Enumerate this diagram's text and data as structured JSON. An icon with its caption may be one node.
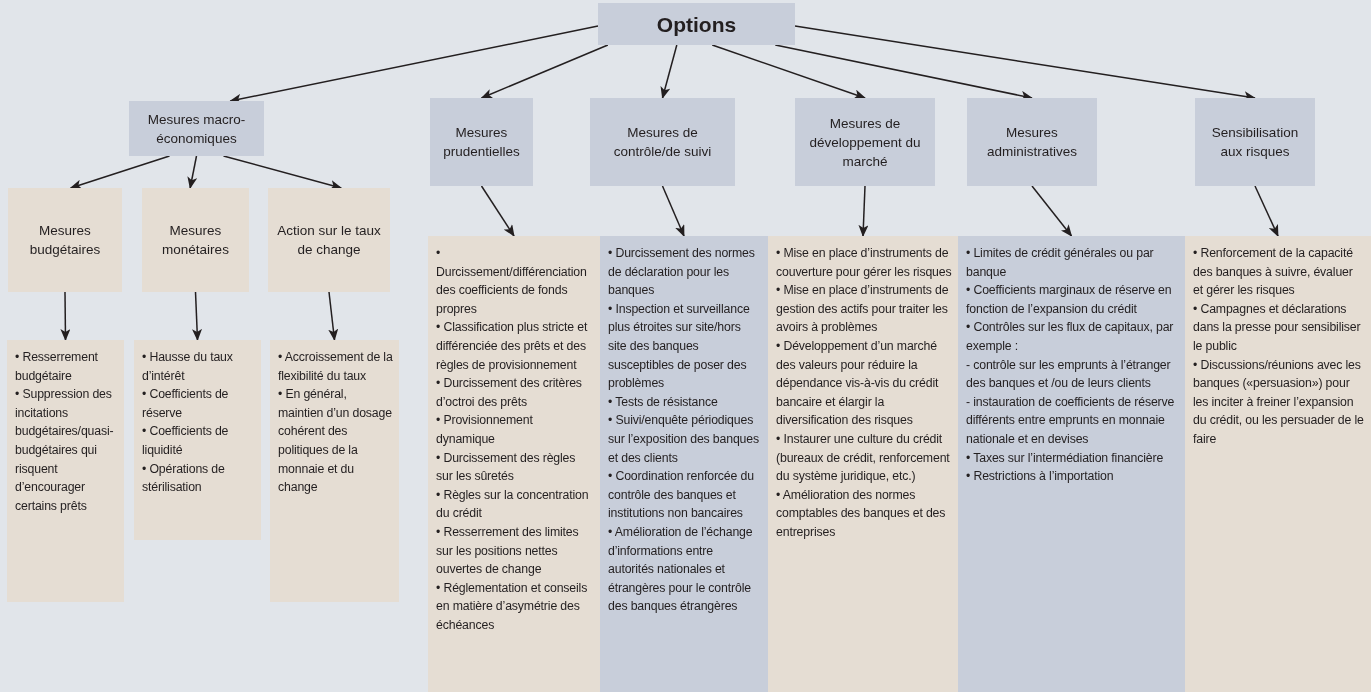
{
  "diagram": {
    "nodes": [
      {
        "text": [
          "Options"
        ]
      },
      {
        "text": [
          "Mesures macro-économiques"
        ]
      },
      {
        "text": [
          "Mesures budgétaires"
        ]
      },
      {
        "text": [
          "Mesures monétaires"
        ]
      },
      {
        "text": [
          "Action sur le taux de change"
        ]
      },
      {
        "text": [
          "• Resserrement budgétaire",
          "• Suppression des incitations budgétaires/quasi-budgétaires qui risquent d’encourager certains prêts"
        ]
      },
      {
        "text": [
          "• Hausse du taux d’intérêt",
          "• Coefficients de réserve",
          "• Coefficients de liquidité",
          "• Opérations de stérilisation"
        ]
      },
      {
        "text": [
          "• Accroissement de la flexibilité du taux",
          "• En général, maintien d’un dosage cohérent des politiques de la monnaie et du change"
        ]
      },
      {
        "text": [
          "Mesures prudentielles"
        ]
      },
      {
        "text": [
          "Mesures de contrôle/de suivi"
        ]
      },
      {
        "text": [
          "Mesures de développement du marché"
        ]
      },
      {
        "text": [
          "Mesures administratives"
        ]
      },
      {
        "text": [
          "Sensibilisation aux risques"
        ]
      },
      {
        "text": [
          "• Durcissement/différenciation des coefficients de fonds propres",
          "• Classification plus stricte et différenciée des prêts et des règles de provisionnement",
          "• Durcissement des critères d’octroi des prêts",
          "• Provisionnement dynamique",
          "• Durcissement des règles sur les sûretés",
          "• Règles sur la concentration du crédit",
          "• Resserrement des limites sur les positions nettes ouvertes de change",
          "• Réglementation et conseils en matière d’asymétrie des échéances"
        ]
      },
      {
        "text": [
          "• Durcissement des normes de déclaration pour les banques",
          "• Inspection et surveillance plus étroites sur site/hors site des banques susceptibles de poser des problèmes",
          "• Tests de résistance",
          "• Suivi/enquête périodiques sur l’exposition des banques et des clients",
          "• Coordination renforcée du contrôle des banques et institutions non bancaires",
          "• Amélioration de l’échange d’informations entre autorités nationales et étrangères pour le contrôle des banques étrangères"
        ]
      },
      {
        "text": [
          "• Mise en place d’instruments de couverture pour gérer les risques",
          "• Mise en place d’instruments de gestion des actifs pour traiter les avoirs à problèmes",
          "• Développement d’un marché des valeurs pour réduire la dépendance vis-à-vis du crédit bancaire et élargir la diversification des risques",
          "• Instaurer une culture du crédit (bureaux de crédit, renforcement du système juridique, etc.)",
          "• Amélioration des normes comptables des banques et des entreprises"
        ]
      },
      {
        "text": [
          "• Limites de crédit générales ou par banque",
          "• Coefficients marginaux de réserve en fonction de l’expansion du crédit",
          "• Contrôles sur les flux de capitaux, par exemple :",
          "- contrôle sur les emprunts à l’étranger des banques et /ou de leurs clients",
          "- instauration de coefficients de réserve différents entre emprunts en monnaie nationale et en devises",
          "• Taxes sur l’intermédiation financière",
          "• Restrictions à l’importation"
        ]
      },
      {
        "text": [
          "• Renforcement de la capacité des banques à suivre, évaluer et gérer les risques",
          "• Campagnes et déclarations dans la presse pour sensibiliser le public",
          "• Discussions/réunions avec les banques («persuasion») pour les inciter à freiner l’expansion du crédit, ou les persuader de le faire"
        ]
      }
    ],
    "edges": [
      {
        "from": 0,
        "to": 1,
        "arrow": "to"
      },
      {
        "from": 0,
        "to": 8,
        "arrow": "to"
      },
      {
        "from": 0,
        "to": 9,
        "arrow": "to"
      },
      {
        "from": 0,
        "to": 10,
        "arrow": "to"
      },
      {
        "from": 0,
        "to": 11,
        "arrow": "to"
      },
      {
        "from": 0,
        "to": 12,
        "arrow": "to"
      },
      {
        "from": 1,
        "to": 2,
        "arrow": "to"
      },
      {
        "from": 1,
        "to": 3,
        "arrow": "to"
      },
      {
        "from": 1,
        "to": 4,
        "arrow": "to"
      },
      {
        "from": 2,
        "to": 5,
        "arrow": "to"
      },
      {
        "from": 3,
        "to": 6,
        "arrow": "to"
      },
      {
        "from": 4,
        "to": 7,
        "arrow": "to"
      },
      {
        "from": 8,
        "to": 13,
        "arrow": "to"
      },
      {
        "from": 9,
        "to": 14,
        "arrow": "to"
      },
      {
        "from": 10,
        "to": 15,
        "arrow": "to"
      },
      {
        "from": 11,
        "to": 16,
        "arrow": "to"
      },
      {
        "from": 12,
        "to": 17,
        "arrow": "to"
      }
    ]
  }
}
